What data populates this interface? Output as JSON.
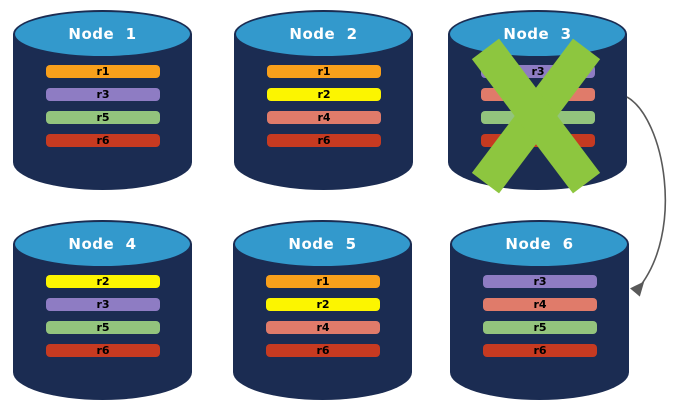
{
  "diagram": {
    "title": "node-replica-failover-diagram",
    "colors": {
      "cylinder_body": "#1B2C52",
      "cylinder_top": "#3399CC",
      "title_text": "#FFFFFF",
      "bar_text": "#000000",
      "failure_x": "#8DC63F",
      "arrow": "#595959",
      "background": "#FFFFFF"
    },
    "replica_colors": {
      "r1": "#F9A01B",
      "r2": "#FCF500",
      "r3": "#8E7CC3",
      "r4": "#E07B6A",
      "r5": "#93C47D",
      "r6": "#C63A21"
    },
    "nodes": [
      {
        "id": "node-1",
        "title": "Node  1",
        "replicas": [
          "r1",
          "r3",
          "r5",
          "r6"
        ],
        "failed": false
      },
      {
        "id": "node-2",
        "title": "Node  2",
        "replicas": [
          "r1",
          "r2",
          "r4",
          "r6"
        ],
        "failed": false
      },
      {
        "id": "node-3",
        "title": "Node  3",
        "replicas": [
          "r3",
          "r4",
          "r5",
          "r6"
        ],
        "failed": true
      },
      {
        "id": "node-4",
        "title": "Node  4",
        "replicas": [
          "r2",
          "r3",
          "r5",
          "r6"
        ],
        "failed": false
      },
      {
        "id": "node-5",
        "title": "Node  5",
        "replicas": [
          "r1",
          "r2",
          "r4",
          "r6"
        ],
        "failed": false
      },
      {
        "id": "node-6",
        "title": "Node  6",
        "replicas": [
          "r3",
          "r4",
          "r5",
          "r6"
        ],
        "failed": false
      }
    ],
    "arrow": {
      "from": "node-3",
      "to": "node-6"
    }
  }
}
